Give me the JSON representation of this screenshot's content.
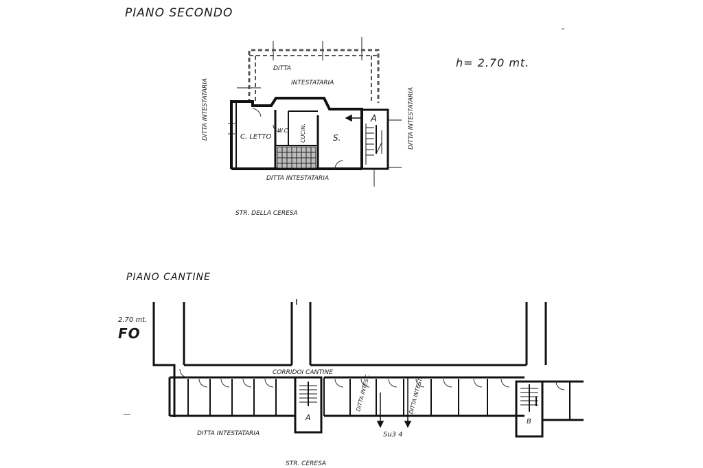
{
  "upper": {
    "floor_title": "PIANO SECONDO",
    "height_note": "h= 2.70 mt.",
    "labels": {
      "ditta_top_1": "DITTA",
      "ditta_top_2": "INTESTATARIA",
      "ditta_left": "DITTA INTESTATARIA",
      "ditta_right": "DITTA INTESTATARIA",
      "ditta_bottom": "DITTA INTESTATARIA",
      "bedroom": "C. LETTO",
      "wc": "W.C.",
      "kitchen": "CUCIN.",
      "living": "S.",
      "stair": "A"
    },
    "street": "STR. DELLA CERESA"
  },
  "lower": {
    "floor_title": "PIANO CANTINE",
    "height_note_cut": "2.70 mt.",
    "fo_cut": "FO",
    "corridor": "CORRIDOI CANTINE",
    "ditta_inter_1": "DITTA INTEST.",
    "ditta_inter_2": "DITTA INTEST.",
    "ditta_bottom": "DITTA INTESTATARIA",
    "stair_a": "A",
    "stair_b": "B",
    "unit_ref": "Su3 4",
    "street": "STR. CERESA"
  }
}
